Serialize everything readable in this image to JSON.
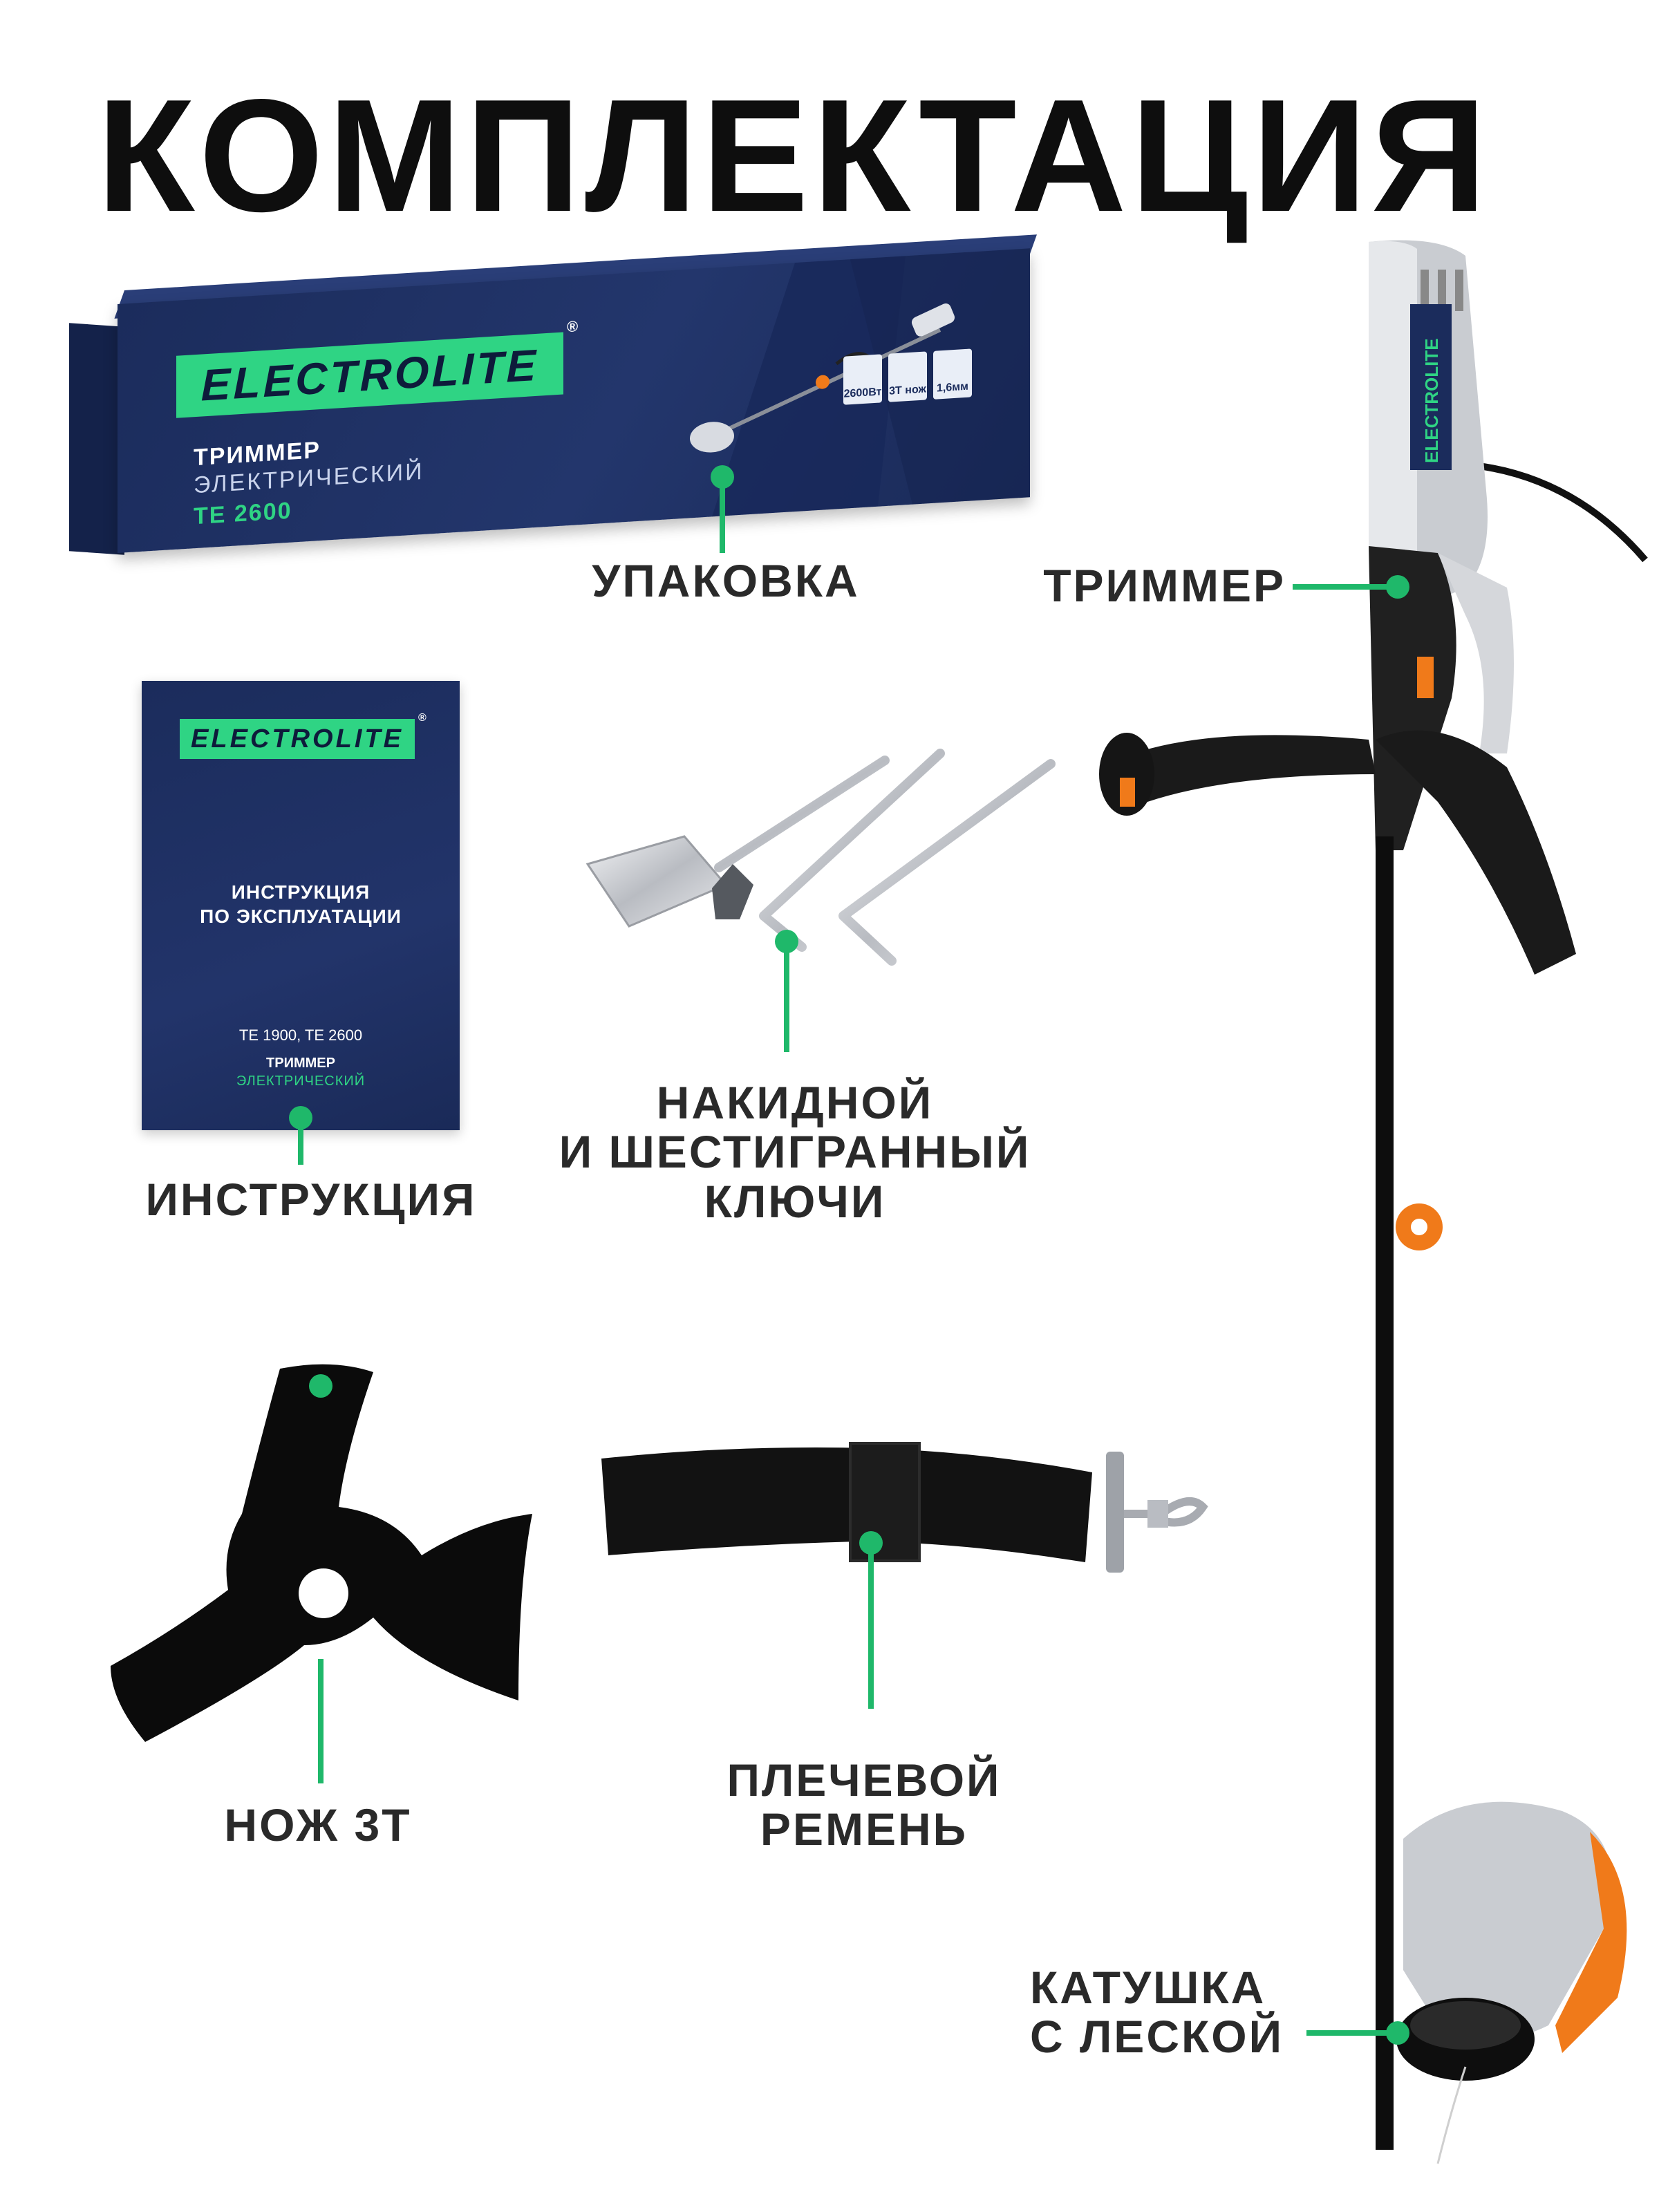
{
  "page": {
    "title": "КОМПЛЕКТАЦИЯ"
  },
  "brand": {
    "name": "ELECTROLITE",
    "registered": "®"
  },
  "box": {
    "product_line1": "ТРИММЕР",
    "product_line2": "ЭЛЕКТРИЧЕСКИЙ",
    "model": "TE 2600",
    "badges": [
      "2600Вт",
      "3Т нож",
      "1,6мм"
    ]
  },
  "manual": {
    "title_line1": "ИНСТРУКЦИЯ",
    "title_line2": "ПО ЭКСПЛУАТАЦИИ",
    "models": "TE 1900, TE 2600",
    "product_line1": "ТРИММЕР",
    "product_line2": "ЭЛЕКТРИЧЕСКИЙ"
  },
  "trimmer_sticker": {
    "brand": "ELECTROLITE"
  },
  "labels": {
    "packaging": "УПАКОВКА",
    "trimmer": "ТРИММЕР",
    "instruction": "ИНСТРУКЦИЯ",
    "keys_line1": "НАКИДНОЙ",
    "keys_line2": "И ШЕСТИГРАННЫЙ",
    "keys_line3": "КЛЮЧИ",
    "blade": "НОЖ 3Т",
    "strap_line1": "ПЛЕЧЕВОЙ",
    "strap_line2": "РЕМЕНЬ",
    "spool_line1": "КАТУШКА",
    "spool_line2": "С ЛЕСКОЙ"
  },
  "colors": {
    "accent": "#1fb86a",
    "brand_green": "#2fd484",
    "navy": "#1b2c5c",
    "orange": "#f07a1a"
  }
}
